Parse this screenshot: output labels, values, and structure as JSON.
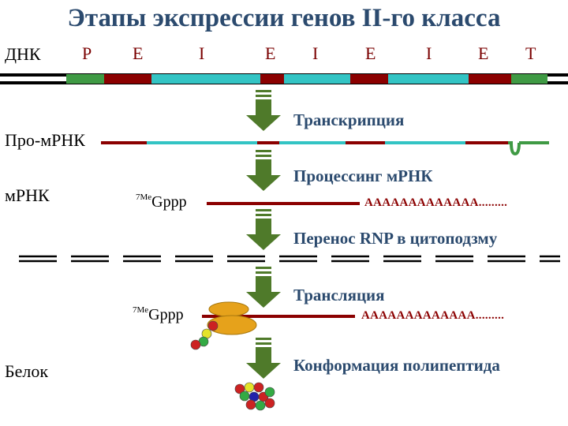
{
  "title": "Этапы экспрессии генов II-го класса",
  "rows": {
    "dna": "ДНК",
    "pre_mrna": "Про-мРНК",
    "mrna": "мРНК",
    "protein": "Белок"
  },
  "gene_segments": [
    "P",
    "E",
    "I",
    "E",
    "I",
    "E",
    "I",
    "E",
    "T"
  ],
  "steps": {
    "transcription": "Транскрипция",
    "processing": "Процессинг мРНК",
    "transport": "Перенос RNP в цитоподзму",
    "translation": "Трансляция",
    "conformation": "Конформация полипептида"
  },
  "cap": {
    "superscript": "7Me",
    "text": "Gppp"
  },
  "poly_a": "AAAAAAAAAAAAA.........",
  "colors": {
    "title": "#2b4a6e",
    "promoter": "#3f9a44",
    "exon": "#8b0000",
    "intron": "#33c4c4",
    "terminator": "#3f9a44",
    "arrow": "#4f7a2a",
    "ribosome": "#e6a21b",
    "membrane": "#000000"
  },
  "icons": [
    "down-arrow-icon",
    "ribosome-icon",
    "amino-acid-beads-icon"
  ]
}
